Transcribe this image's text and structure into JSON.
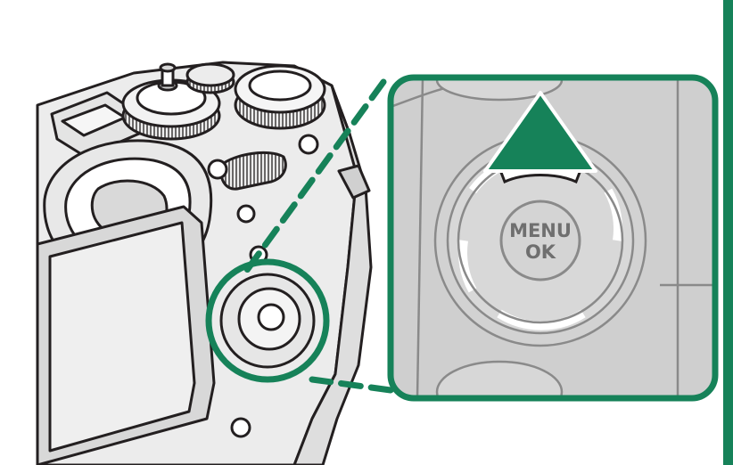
{
  "colors": {
    "accent": "#168259",
    "outline": "#231f20",
    "body_light": "#ededed",
    "body_mid": "#d8d8d8",
    "panel_gray": "#cfcfcf",
    "label_gray": "#6f6f6f"
  },
  "callout": {
    "button_label_line1": "MENU",
    "button_label_line2": "OK",
    "highlighted_direction": "up",
    "arrow_icon": "up-triangle-icon"
  },
  "camera": {
    "icon": "camera-rear-view",
    "focus_element": "selector-dial"
  }
}
